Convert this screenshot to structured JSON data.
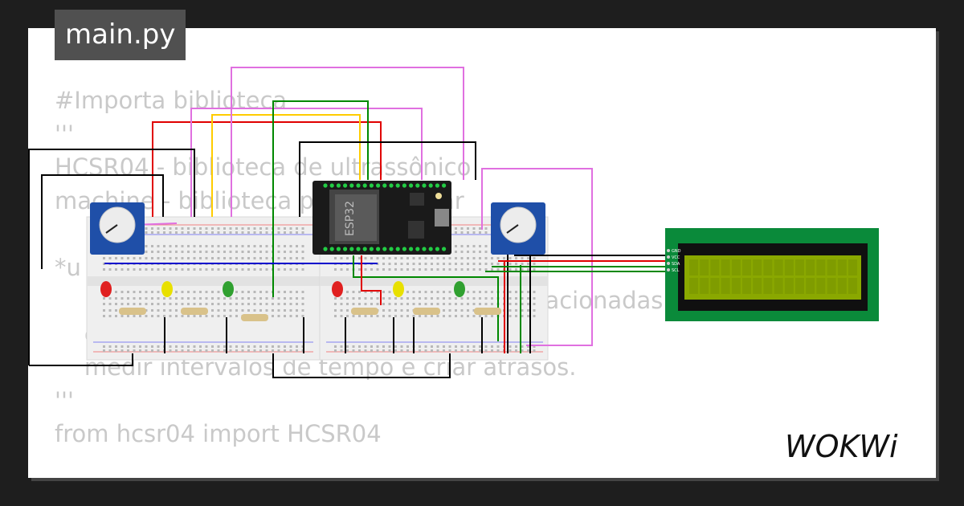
{
  "file_tab": "main.py",
  "code_lines": [
    "#Importa biblioteca",
    "'''",
    "HCSR04 - biblioteca de ultrassônico",
    "machine - biblioteca para controlar",
    "",
    "*u",
    "                                    fornece funções relacionadas ao",
    "    como obter a hora e a data atual,",
    "    medir intervalos de tempo e criar atrasos.",
    "'''",
    "from hcsr04 import HCSR04"
  ],
  "esp32_label": "ESP32",
  "lcd_pins": [
    "GND",
    "VCC",
    "SDA",
    "SCL"
  ],
  "brand": "WOKWi",
  "colors": {
    "background": "#1e1e1e",
    "wire_red": "#e00000",
    "wire_green": "#008800",
    "wire_blue": "#0000cc",
    "wire_pink": "#e070e0",
    "wire_yellow": "#ffcc00",
    "wire_black": "#000000",
    "lcd_board": "#0a8a3a",
    "lcd_screen": "#8aa800"
  }
}
